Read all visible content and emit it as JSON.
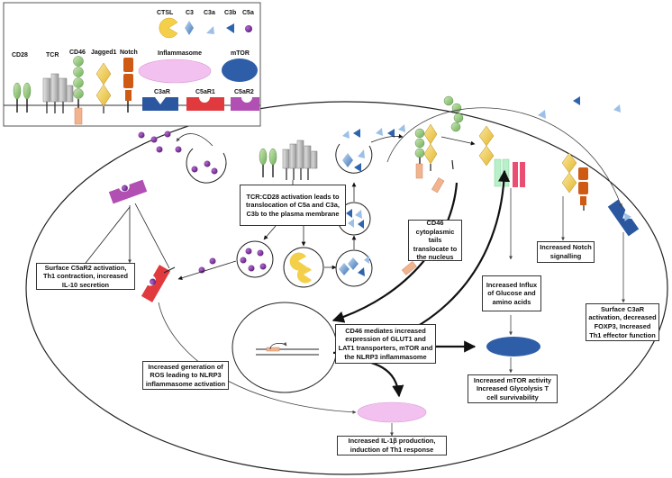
{
  "legend": {
    "receptors": [
      "CD28",
      "TCR",
      "CD46",
      "Jagged1",
      "Notch"
    ],
    "proteins": [
      "CTSL",
      "C3",
      "C3a",
      "C3b",
      "C5a"
    ],
    "complexes": [
      "Inflammasome",
      "mTOR"
    ],
    "membrane_receptors": [
      "C3aR",
      "C5aR1",
      "C5aR2"
    ]
  },
  "boxes": {
    "tcr_activation": "TCR:CD28 activation leads to translocation of C5a and C3a, C3b to the plasma membrane",
    "c5ar2": "Surface C5aR2 activation, Th1 contraction, increased IL-10 secretion",
    "cd46_tails": "CD46 cytoplasmic tails translocate to the nucleus",
    "glucose": "Increased Influx of Glucose and amino acids",
    "notch": "Increased Notch signalling",
    "c3ar": "Surface C3aR activation, decreased FOXP3, Increased Th1 effector function",
    "cd46_mediates": "CD46 mediates increased expression of GLUT1 and LAT1 transporters, mTOR and the NLRP3 inflammasome",
    "ros": "Increased generation of ROS leading to NLRP3 inflammasome activation",
    "mtor": "Increased mTOR activity Increased Glycolysis T cell survivability",
    "il1b": "Increased IL-1β production, induction of Th1 response"
  },
  "colors": {
    "c3ar": "#2b57a0",
    "c5ar1": "#e03a3e",
    "c5ar2": "#b24fb3",
    "cd46": "#8fc97a",
    "jagged": "#f3d35a",
    "notch": "#cf5a14",
    "inflammasome": "#f3c1f0",
    "mtor": "#2f5ea8",
    "c5a": "#7a2a8f",
    "ctsl": "#f4cf4a"
  }
}
